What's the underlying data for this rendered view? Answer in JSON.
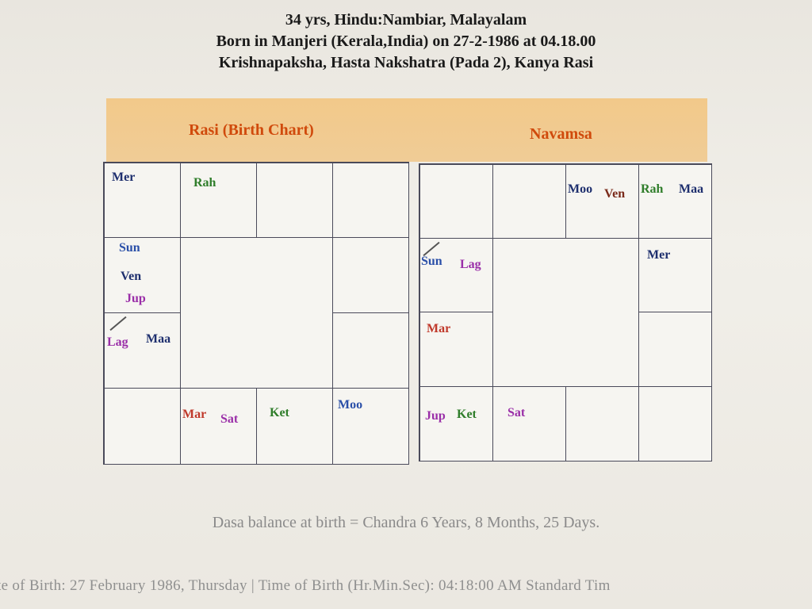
{
  "header": {
    "line1": "34 yrs, Hindu:Nambiar, Malayalam",
    "line2": "Born in Manjeri (Kerala,India) on 27-2-1986 at 04.18.00",
    "line3": "Krishnapaksha, Hasta Nakshatra (Pada 2), Kanya Rasi"
  },
  "rasi": {
    "title": "Rasi (Birth Chart)",
    "mer": "Mer",
    "rah": "Rah",
    "sun": "Sun",
    "ven": "Ven",
    "jup": "Jup",
    "lag": "Lag",
    "maa": "Maa",
    "mar": "Mar",
    "sat": "Sat",
    "ket": "Ket",
    "moo": "Moo"
  },
  "navamsa": {
    "title": "Navamsa",
    "moo": "Moo",
    "ven": "Ven",
    "rah": "Rah",
    "maa": "Maa",
    "sun": "Sun",
    "lag": "Lag",
    "mer": "Mer",
    "mar": "Mar",
    "jup": "Jup",
    "ket": "Ket",
    "sat": "Sat"
  },
  "dasa": "Dasa balance at birth = Chandra 6 Years, 8 Months, 25 Days.",
  "footer": "te of Birth: 27 February 1986, Thursday | Time of Birth (Hr.Min.Sec): 04:18:00 AM    Standard Tim"
}
